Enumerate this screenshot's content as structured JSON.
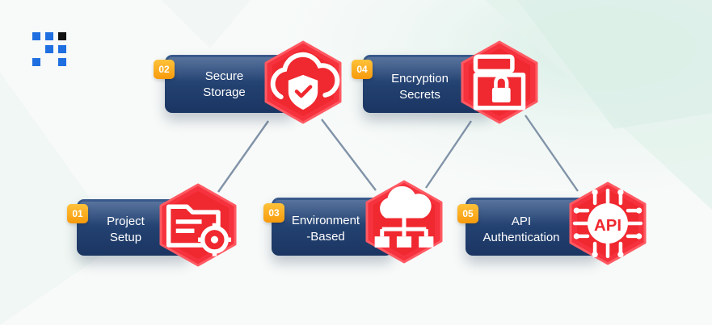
{
  "diagram": {
    "nodes": [
      {
        "number": "01",
        "label_line1": "Project",
        "label_line2": "Setup",
        "icon": "folder-gear-icon"
      },
      {
        "number": "02",
        "label_line1": "Secure",
        "label_line2": "Storage",
        "icon": "cloud-shield-icon"
      },
      {
        "number": "03",
        "label_line1": "Environment",
        "label_line2": "-Based",
        "icon": "cloud-network-icon"
      },
      {
        "number": "04",
        "label_line1": "Encryption",
        "label_line2": "Secrets",
        "icon": "folder-lock-icon"
      },
      {
        "number": "05",
        "label_line1": "API",
        "label_line2": "Authentication",
        "icon": "api-chip-icon"
      }
    ],
    "connections": [
      [
        "02",
        "01"
      ],
      [
        "02",
        "03"
      ],
      [
        "04",
        "03"
      ],
      [
        "04",
        "05"
      ]
    ]
  },
  "colors": {
    "plate": "#22406f",
    "hexagon": "#f5323d",
    "badge": "#f9a516",
    "connector": "#8193a8",
    "logo_blue": "#1f6fe0",
    "logo_black": "#111111"
  }
}
